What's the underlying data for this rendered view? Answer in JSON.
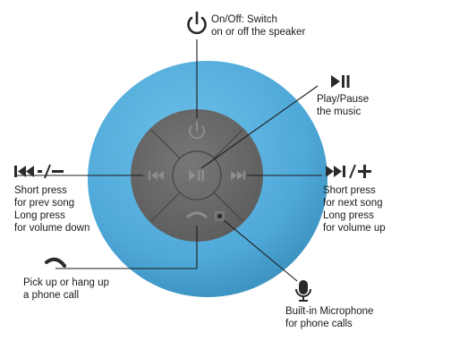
{
  "colors": {
    "speaker_body": "#4fa9d8",
    "speaker_edge": "#3f97c6",
    "control_pad": "#6d6d6d",
    "control_pad_dark": "#5a5a5a",
    "glyph": "#8d8d8d",
    "line": "#1c1c1c",
    "background": "#ffffff"
  },
  "icons": {
    "power": "power-icon",
    "play_pause": "play-pause-icon",
    "prev": "previous-track-icon",
    "next": "next-track-icon",
    "phone": "phone-icon",
    "microphone": "microphone-icon"
  },
  "callouts": {
    "power": {
      "line1": "On/Off: Switch",
      "line2": "on or off the speaker"
    },
    "play": {
      "line1": "Play/Pause",
      "line2": "the music"
    },
    "prev": {
      "symbol": "◀◀/—",
      "line1": "Short press",
      "line2": "for prev song",
      "line3": "Long press",
      "line4": "for volume down"
    },
    "next": {
      "symbol": "▶▶/+",
      "line1": "Short press",
      "line2": "for next song",
      "line3": "Long press",
      "line4": "for volume up"
    },
    "phone": {
      "line1": "Pick up or hang up",
      "line2": "a phone call"
    },
    "mic": {
      "line1": "Built-in Microphone",
      "line2": "for phone calls"
    }
  }
}
